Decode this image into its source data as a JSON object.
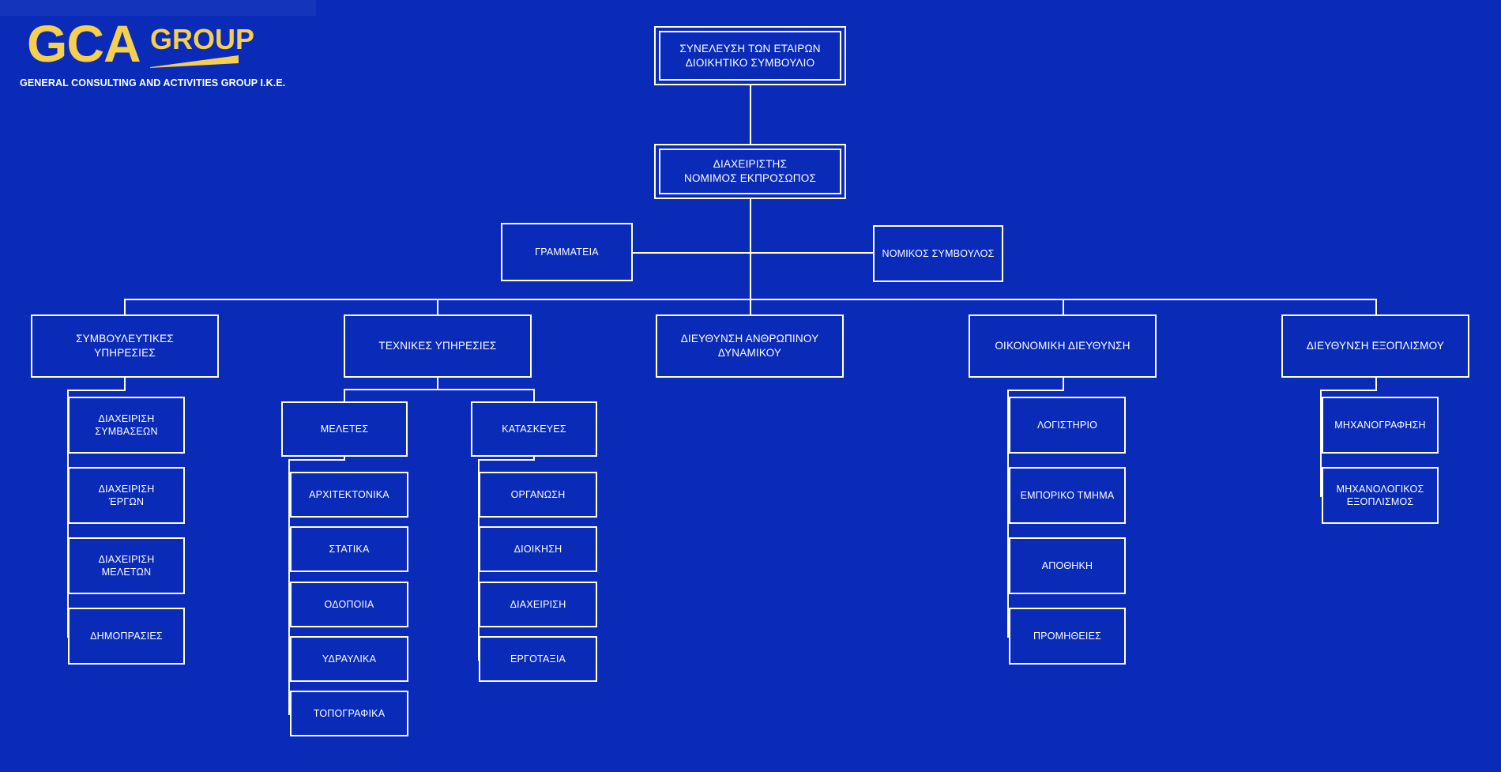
{
  "page": {
    "title": "GCA GROUP Organizational Chart",
    "background_color": "#0A2BB8",
    "line_color": "#FFFFFF",
    "accent_color": "#F6CF51"
  },
  "logo": {
    "mark": "GCA",
    "word": "GROUP",
    "tagline": "GENERAL CONSULTING AND ACTIVITIES GROUP I.K.E.",
    "swoosh": "swoosh-shape"
  },
  "chart": {
    "assembly": "ΣΥΝΕΛΕΥΣΗ ΤΩΝ ΕΤΑΙΡΩΝ\nΔΙΟΙΚΗΤΙΚΟ ΣΥΜΒΟΥΛΙΟ",
    "manager": "ΔΙΑΧΕΙΡΙΣΤΗΣ\nΝΟΜΙΜΟΣ ΕΚΠΡΟΣΩΠΟΣ",
    "secretariat": "ΓΡΑΜΜΑΤΕΙΑ",
    "legal_advisor": "ΝΟΜΙΚΟΣ ΣΥΜΒΟΥΛΟΣ",
    "departments": {
      "consulting": "ΣΥΜΒΟΥΛΕΥΤΙΚΕΣ\nΥΠΗΡΕΣΙΕΣ",
      "technical": "ΤΕΧΝΙΚΕΣ ΥΠΗΡΕΣΙΕΣ",
      "hr": "ΔΙΕΥΘΥΝΣΗ ΑΝΘΡΩΠΙΝΟΥ\nΔΥΝΑΜΙΚΟΥ",
      "finance": "ΟΙΚΟΝΟΜΙΚΗ ΔΙΕΥΘΥΝΣΗ",
      "equipment": "ΔΙΕΥΘΥΝΣΗ ΕΞΟΠΛΙΣΜΟΥ"
    },
    "consulting_children": [
      "ΔΙΑΧΕΙΡΙΣΗ\nΣΥΜΒΑΣΕΩΝ",
      "ΔΙΑΧΕΙΡΙΣΗ\nΈΡΓΩΝ",
      "ΔΙΑΧΕΙΡΙΣΗ\nΜΕΛΕΤΩΝ",
      "ΔΗΜΟΠΡΑΣΙΕΣ"
    ],
    "technical_branches": {
      "studies": "ΜΕΛΕΤΕΣ",
      "constructions": "ΚΑΤΑΣΚΕΥΕΣ"
    },
    "studies_children": [
      "ΑΡΧΙΤΕΚΤΟΝΙΚΑ",
      "ΣΤΑΤΙΚΑ",
      "ΟΔΟΠΟΙΙΑ",
      "ΥΔΡΑΥΛΙΚΑ",
      "ΤΟΠΟΓΡΑΦΙΚΑ"
    ],
    "constructions_children": [
      "ΟΡΓΑΝΩΣΗ",
      "ΔΙΟΙΚΗΣΗ",
      "ΔΙΑΧΕΙΡΙΣΗ",
      "ΕΡΓΟΤΑΞΙΑ"
    ],
    "finance_children": [
      "ΛΟΓΙΣΤΗΡΙΟ",
      "ΕΜΠΟΡΙΚΟ ΤΜΗΜΑ",
      "ΑΠΟΘΗΚΗ",
      "ΠΡΟΜΗΘΕΙΕΣ"
    ],
    "equipment_children": [
      "ΜΗΧΑΝΟΓΡΑΦΗΣΗ",
      "ΜΗΧΑΝΟΛΟΓΙΚΟΣ\nΕΞΟΠΛΙΣΜΟΣ"
    ]
  }
}
